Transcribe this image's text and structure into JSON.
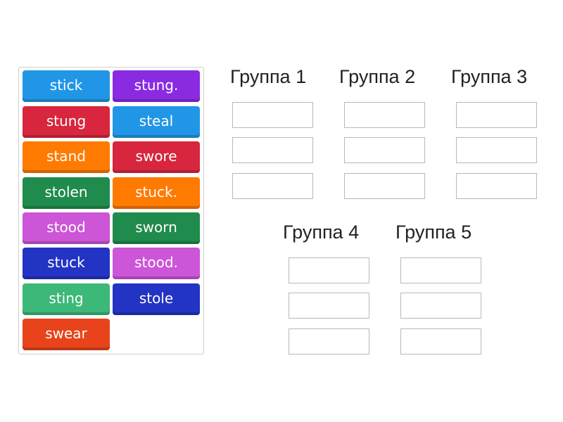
{
  "cards": [
    {
      "label": "stick",
      "color": "#2196e6"
    },
    {
      "label": "stung.",
      "color": "#8a2be2"
    },
    {
      "label": "stung",
      "color": "#d7263d"
    },
    {
      "label": "steal",
      "color": "#2196e6"
    },
    {
      "label": "stand",
      "color": "#ff7a00"
    },
    {
      "label": "swore",
      "color": "#d7263d"
    },
    {
      "label": "stolen",
      "color": "#1f8b4c"
    },
    {
      "label": "stuck.",
      "color": "#ff7a00"
    },
    {
      "label": "stood",
      "color": "#cc55d8"
    },
    {
      "label": "sworn",
      "color": "#1f8b4c"
    },
    {
      "label": "stuck",
      "color": "#2333c4"
    },
    {
      "label": "stood.",
      "color": "#cc55d8"
    },
    {
      "label": "sting",
      "color": "#3cb878"
    },
    {
      "label": "stole",
      "color": "#2333c4"
    },
    {
      "label": "swear",
      "color": "#e8431a"
    }
  ],
  "groups": [
    {
      "title": "Группа 1"
    },
    {
      "title": "Группа 2"
    },
    {
      "title": "Группа 3"
    },
    {
      "title": "Группа 4"
    },
    {
      "title": "Группа 5"
    }
  ]
}
